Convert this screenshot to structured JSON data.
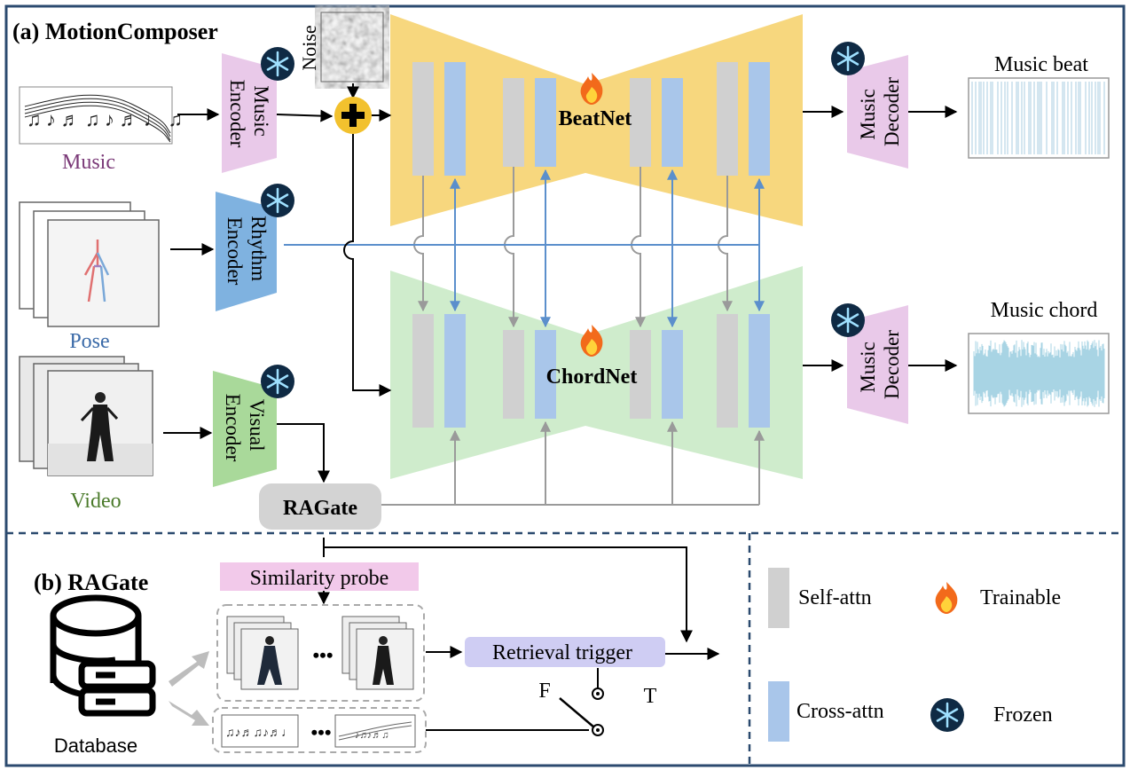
{
  "panel_a": {
    "title": "(a) MotionComposer"
  },
  "panel_b": {
    "title": "(b) RAGate"
  },
  "inputs": {
    "music": "Music",
    "pose": "Pose",
    "video": "Video",
    "noise": "Noise"
  },
  "encoders": {
    "music": [
      "Music",
      "Encoder"
    ],
    "rhythm": [
      "Rhythm",
      "Encoder"
    ],
    "visual": [
      "Visual",
      "Encoder"
    ]
  },
  "networks": {
    "beatnet": "BeatNet",
    "chordnet": "ChordNet"
  },
  "decoders": {
    "beat": [
      "Music",
      "Decoder"
    ],
    "chord": [
      "Music",
      "Decoder"
    ]
  },
  "outputs": {
    "beat": "Music beat",
    "chord": "Music chord"
  },
  "ragate": {
    "box": "RAGate",
    "similarity_probe": "Similarity probe",
    "retrieval_trigger": "Retrieval trigger",
    "database": "Database",
    "ellipsis": "•••",
    "switch_false": "F",
    "switch_true": "T"
  },
  "legend": {
    "self_attn": "Self-attn",
    "cross_attn": "Cross-attn",
    "trainable": "Trainable",
    "frozen": "Frozen"
  },
  "colors": {
    "border": "#2b4a6f",
    "beatnet": "#f7d77e",
    "chordnet": "#cfeccc",
    "music_encoder": "#e9c9e9",
    "rhythm_encoder": "#7fb2e0",
    "visual_encoder": "#a9d99a",
    "self_attn": "#d0d0d0",
    "cross_attn": "#a9c6ea",
    "similarity_probe": "#f2c9ea",
    "retrieval_trigger": "#cfcdf3",
    "ragate_box": "#d3d3d3",
    "rhythm_line": "#5b8fcc",
    "gray_line": "#9a9a9a",
    "music_label": "#7b3a78",
    "pose_label": "#3a6aa8",
    "video_label": "#4a7a2a",
    "beat_wave": "#a8cde0",
    "chord_wave": "#a8d4e4",
    "noise_plus": "#f2c12e"
  }
}
